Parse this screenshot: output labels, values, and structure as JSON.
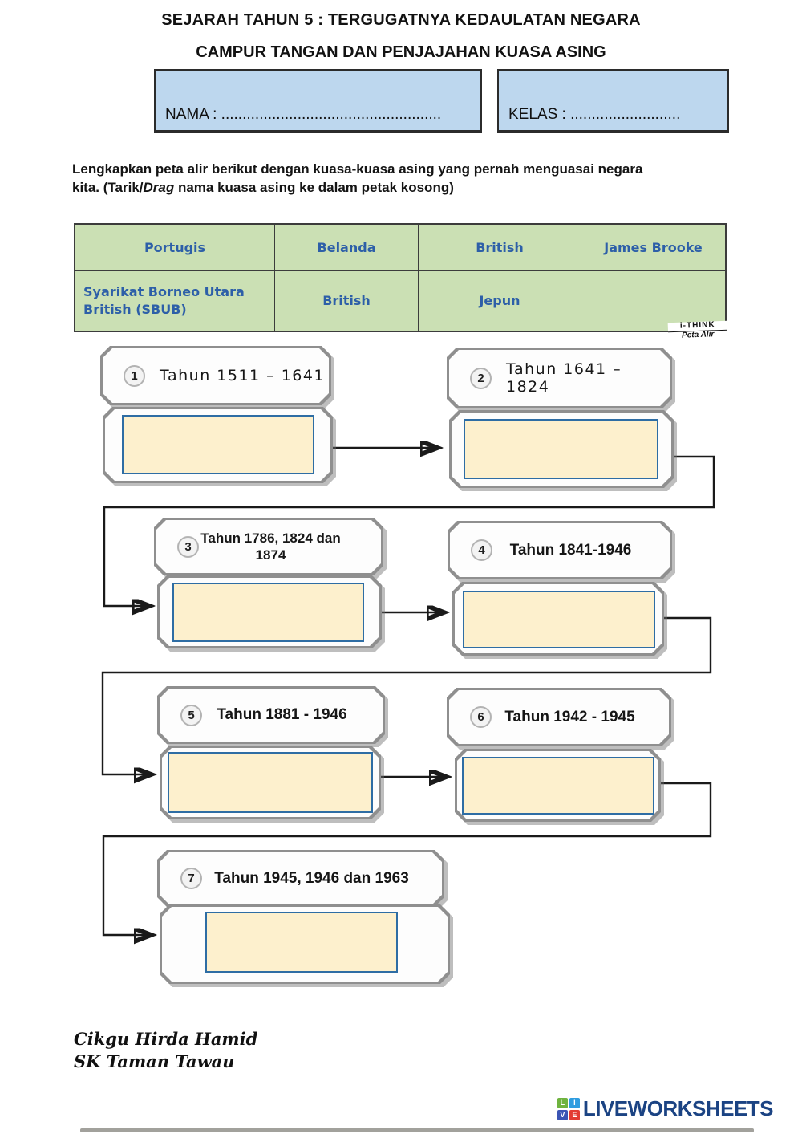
{
  "header": {
    "title": "SEJARAH TAHUN 5 : TERGUGATNYA KEDAULATAN NEGARA",
    "subtitle": "CAMPUR TANGAN DAN PENJAJAHAN KUASA ASING",
    "nama_field": "NAMA : ....................................................",
    "kelas_field": "KELAS  : .........................."
  },
  "instruction": {
    "prefix": "Lengkapkan peta alir berikut dengan kuasa-kuasa asing yang pernah menguasai negara kita. (Tarik/",
    "drag_word": "Drag",
    "suffix": " nama kuasa asing ke dalam petak kosong)"
  },
  "word_bank": {
    "rows": [
      [
        "Portugis",
        "Belanda",
        "British",
        "James Brooke"
      ],
      [
        "Syarikat Borneo Utara British (SBUB)",
        "British",
        "Jepun",
        ""
      ]
    ]
  },
  "ithink_badge": {
    "line1": "i-THINK",
    "line2": "Peta Alir"
  },
  "flow": {
    "nodes": [
      {
        "num": "1",
        "label": "Tahun 1511 – 1641"
      },
      {
        "num": "2",
        "label": "Tahun 1641 – 1824"
      },
      {
        "num": "3",
        "label": "Tahun 1786, 1824 dan 1874"
      },
      {
        "num": "4",
        "label": "Tahun 1841-1946"
      },
      {
        "num": "5",
        "label": "Tahun 1881 - 1946"
      },
      {
        "num": "6",
        "label": "Tahun 1942 - 1945"
      },
      {
        "num": "7",
        "label": "Tahun 1945, 1946 dan 1963"
      }
    ]
  },
  "footer": {
    "teacher": "Cikgu Hirda Hamid",
    "school": "SK Taman Tawau"
  },
  "branding": {
    "logo_text": "LIVEWORKSHEETS",
    "logo_letters": [
      "L",
      "I",
      "V",
      "E"
    ]
  },
  "colors": {
    "field_blue": "#bdd7ee",
    "table_green": "#cbe0b4",
    "bank_text_blue": "#2d5fa8",
    "drop_fill": "#fdf0cd",
    "drop_border": "#2e6da4",
    "logo_navy": "#1b4383"
  }
}
